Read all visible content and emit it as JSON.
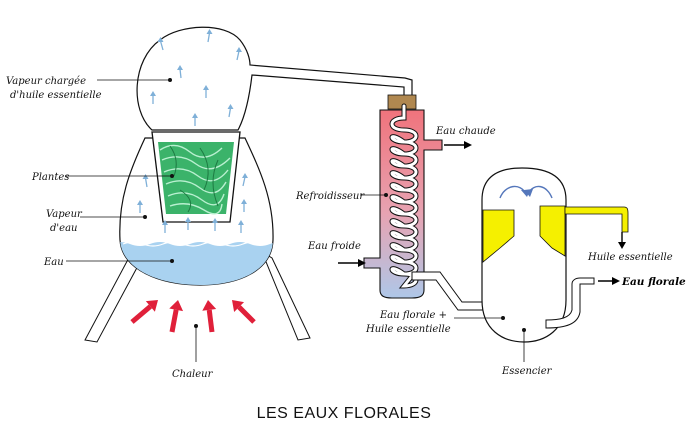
{
  "title": "LES EAUX FLORALES",
  "labels": {
    "vapeur_chargee_1": "Vapeur chargée",
    "vapeur_chargee_2": "d'huile essentielle",
    "plantes": "Plantes",
    "vapeur_eau_1": "Vapeur",
    "vapeur_eau_2": "d'eau",
    "eau": "Eau",
    "chaleur": "Chaleur",
    "refroidisseur": "Refroidisseur",
    "eau_froide": "Eau froide",
    "eau_chaude": "Eau chaude",
    "eau_florale_huile_1": "Eau florale +",
    "eau_florale_huile_2": "Huile essentielle",
    "essencier": "Essencier",
    "huile_essentielle": "Huile essentielle",
    "eau_florale": "Eau florale"
  },
  "colors": {
    "water": "#a9d2f0",
    "vapor_arrow": "#7fb0d8",
    "heat_arrow": "#e0203a",
    "condenser_hot": "#f07c84",
    "condenser_cold": "#b0c8e6",
    "oil": "#f5f000",
    "cork": "#b08850",
    "plants": "#3bb36a"
  }
}
